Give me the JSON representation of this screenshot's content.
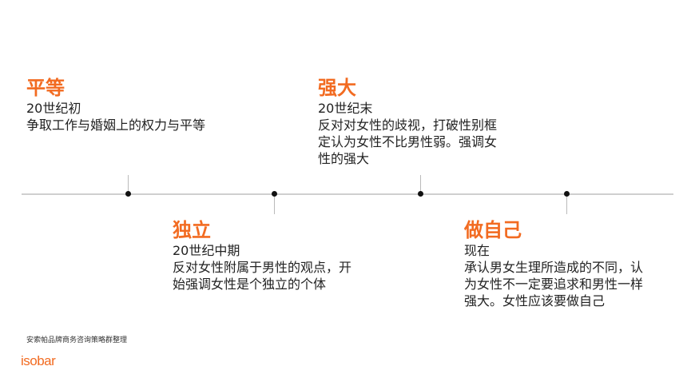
{
  "events": [
    {
      "title": "平等",
      "period": "20世纪初",
      "lines": [
        "争取工作与婚姻上的权力与平等"
      ]
    },
    {
      "title": "独立",
      "period": "20世纪中期",
      "lines": [
        "反对女性附属于男性的观点，开",
        "始强调女性是个独立的个体"
      ]
    },
    {
      "title": "强大",
      "period": "20世纪末",
      "lines": [
        "反对对女性的歧视，打破性别框",
        "定认为女性不比男性弱。强调女",
        "性的强大"
      ]
    },
    {
      "title": "做自己",
      "period": "现在",
      "lines": [
        "承认男女生理所造成的不同，认",
        "为女性不一定要追求和男性一样",
        "强大。女性应该要做自己"
      ]
    }
  ],
  "footer": {
    "note": "安索帕品牌商务咨询策略群整理",
    "logo": "isobar"
  },
  "colors": {
    "accent": "#f26b21"
  }
}
